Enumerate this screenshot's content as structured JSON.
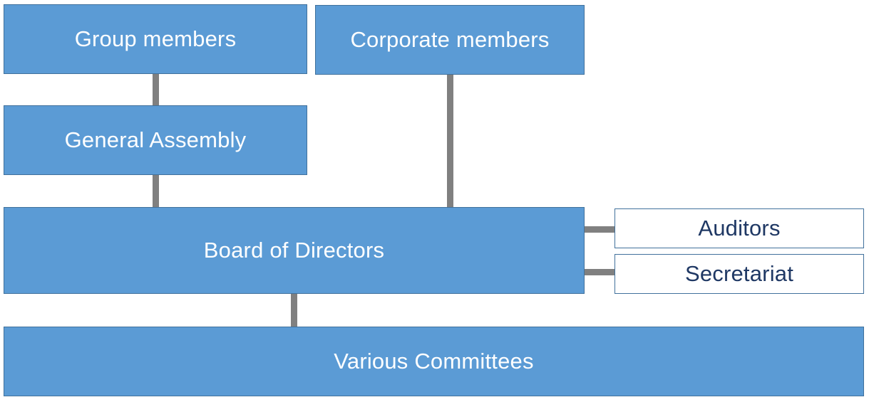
{
  "diagram": {
    "colors": {
      "box_fill": "#5b9bd5",
      "box_border": "#41719c",
      "connector": "#808080",
      "outline_text": "#1f3864"
    },
    "nodes": {
      "group_members": "Group members",
      "corporate_members": "Corporate members",
      "general_assembly": "General Assembly",
      "board_of_directors": "Board of Directors",
      "auditors": "Auditors",
      "secretariat": "Secretariat",
      "various_committees": "Various Committees"
    },
    "edges": [
      [
        "group_members",
        "general_assembly"
      ],
      [
        "general_assembly",
        "board_of_directors"
      ],
      [
        "corporate_members",
        "board_of_directors"
      ],
      [
        "board_of_directors",
        "auditors"
      ],
      [
        "board_of_directors",
        "secretariat"
      ],
      [
        "board_of_directors",
        "various_committees"
      ]
    ]
  }
}
